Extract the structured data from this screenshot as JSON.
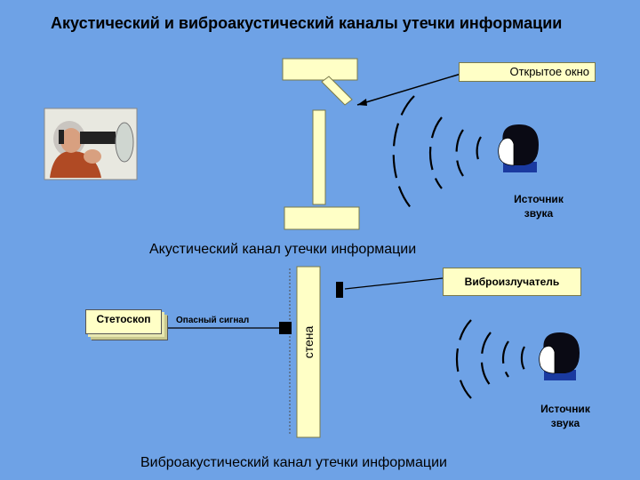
{
  "header": {
    "title": "Акустический и виброакустический каналы утечки информации"
  },
  "acoustic": {
    "open_window_label": "Открытое окно",
    "source_label_line1": "Источник",
    "source_label_line2": "звука",
    "caption": "Акустический канал утечки информации"
  },
  "vibro": {
    "vibro_emitter_label": "Виброизлучатель",
    "stethoscope_label": "Стетоскоп",
    "danger_signal_label": "Опасный сигнал",
    "wall_label": "стена",
    "source_label_line1": "Источник",
    "source_label_line2": "звука",
    "caption": "Виброакустический канал утечки информации"
  },
  "colors": {
    "background": "#6ea2e6",
    "panel": "#ffffc6",
    "hair": "#0a0a14",
    "shirt": "#1a3aa0"
  }
}
